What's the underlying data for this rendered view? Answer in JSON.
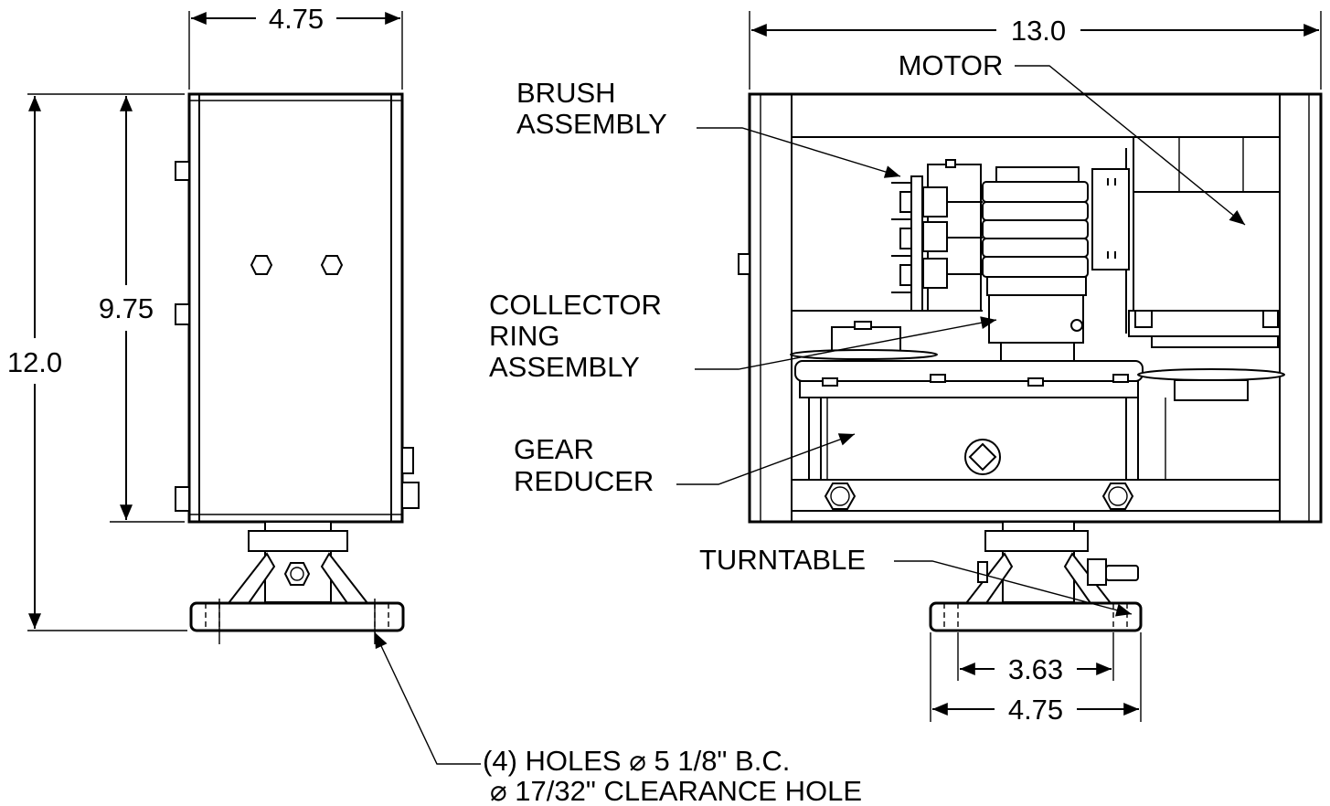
{
  "dimensions": {
    "side_width": "4.75",
    "height_body": "9.75",
    "height_total": "12.0",
    "front_width": "13.0",
    "bolt_spacing": "3.63",
    "base_width": "4.75"
  },
  "labels": {
    "motor": "MOTOR",
    "brush_line1": "BRUSH",
    "brush_line2": "ASSEMBLY",
    "collector_line1": "COLLECTOR",
    "collector_line2": "RING",
    "collector_line3": "ASSEMBLY",
    "gear_line1": "GEAR",
    "gear_line2": "REDUCER",
    "turntable": "TURNTABLE",
    "holes_line1": "(4) HOLES  ⌀ 5 1/8\" B.C.",
    "holes_line2": "⌀ 17/32\" CLEARANCE HOLE"
  }
}
